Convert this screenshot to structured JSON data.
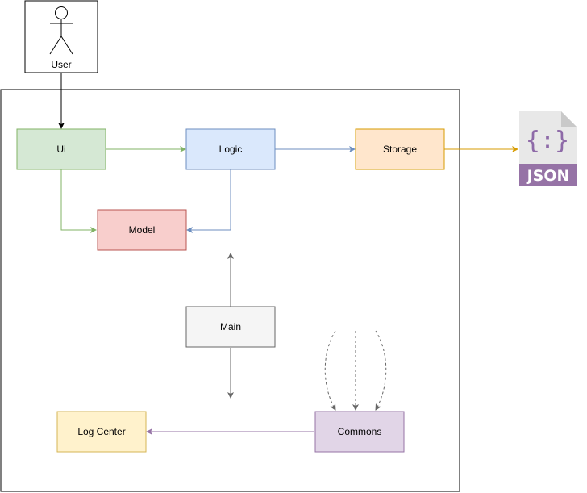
{
  "actor": {
    "label": "User"
  },
  "components": {
    "ui": {
      "label": "Ui",
      "fill": "#d5e8d4",
      "stroke": "#82b366"
    },
    "logic": {
      "label": "Logic",
      "fill": "#dae8fc",
      "stroke": "#6c8ebf"
    },
    "storage": {
      "label": "Storage",
      "fill": "#ffe6cc",
      "stroke": "#d79b00"
    },
    "model": {
      "label": "Model",
      "fill": "#f8cecc",
      "stroke": "#b85450"
    },
    "main": {
      "label": "Main",
      "fill": "#f5f5f5",
      "stroke": "#666666"
    },
    "commons": {
      "label": "Commons",
      "fill": "#e1d5e7",
      "stroke": "#9673a6"
    },
    "log_center": {
      "label": "Log Center",
      "fill": "#fff2cc",
      "stroke": "#d6b656"
    }
  },
  "json_icon": {
    "label": "JSON",
    "icon": "json-file-icon",
    "color": "#9673a6"
  },
  "colors": {
    "ui_edge": "#82b366",
    "logic_edge": "#6c8ebf",
    "storage_edge": "#d79b00",
    "commons_edge": "#9673a6",
    "main_edge": "#666666"
  }
}
